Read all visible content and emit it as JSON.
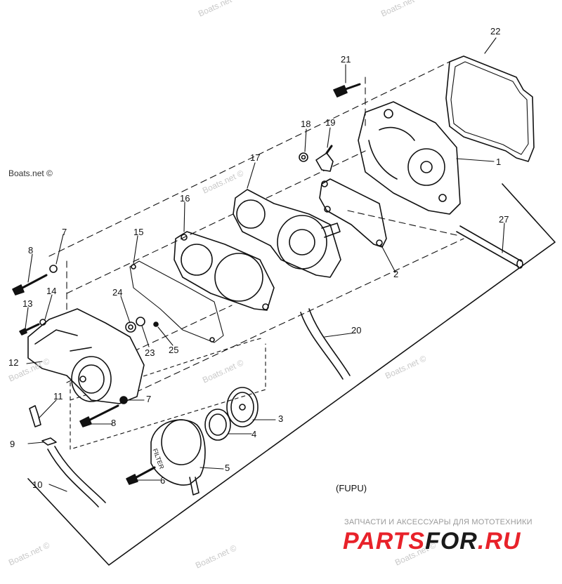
{
  "diagram": {
    "group_label": "(FUPU)",
    "callouts": [
      {
        "id": "c22",
        "text": "22"
      },
      {
        "id": "c21",
        "text": "21"
      },
      {
        "id": "c18",
        "text": "18"
      },
      {
        "id": "c19",
        "text": "19"
      },
      {
        "id": "c1",
        "text": "1"
      },
      {
        "id": "c17",
        "text": "17"
      },
      {
        "id": "c16",
        "text": "16"
      },
      {
        "id": "c27",
        "text": "27"
      },
      {
        "id": "c2",
        "text": "2"
      },
      {
        "id": "c15",
        "text": "15"
      },
      {
        "id": "c7a",
        "text": "7"
      },
      {
        "id": "c8a",
        "text": "8"
      },
      {
        "id": "c14",
        "text": "14"
      },
      {
        "id": "c13",
        "text": "13"
      },
      {
        "id": "c24",
        "text": "24"
      },
      {
        "id": "c23",
        "text": "23"
      },
      {
        "id": "c25",
        "text": "25"
      },
      {
        "id": "c20",
        "text": "20"
      },
      {
        "id": "c12",
        "text": "12"
      },
      {
        "id": "c11",
        "text": "11"
      },
      {
        "id": "c7b",
        "text": "7"
      },
      {
        "id": "c8b",
        "text": "8"
      },
      {
        "id": "c3",
        "text": "3"
      },
      {
        "id": "c4",
        "text": "4"
      },
      {
        "id": "c9",
        "text": "9"
      },
      {
        "id": "c5",
        "text": "5"
      },
      {
        "id": "c6",
        "text": "6"
      },
      {
        "id": "c10",
        "text": "10"
      }
    ],
    "filter_text": "FILTER"
  },
  "watermarks": {
    "boats_net": "Boats.net ©"
  },
  "brand": {
    "tagline": "ЗАПЧАСТИ И АКСЕССУАРЫ ДЛЯ МОТОТЕХНИКИ",
    "logo_part1": "PARTS",
    "logo_part2": "FOR",
    "logo_part3": ".RU",
    "accent_color": "#e8222a"
  }
}
